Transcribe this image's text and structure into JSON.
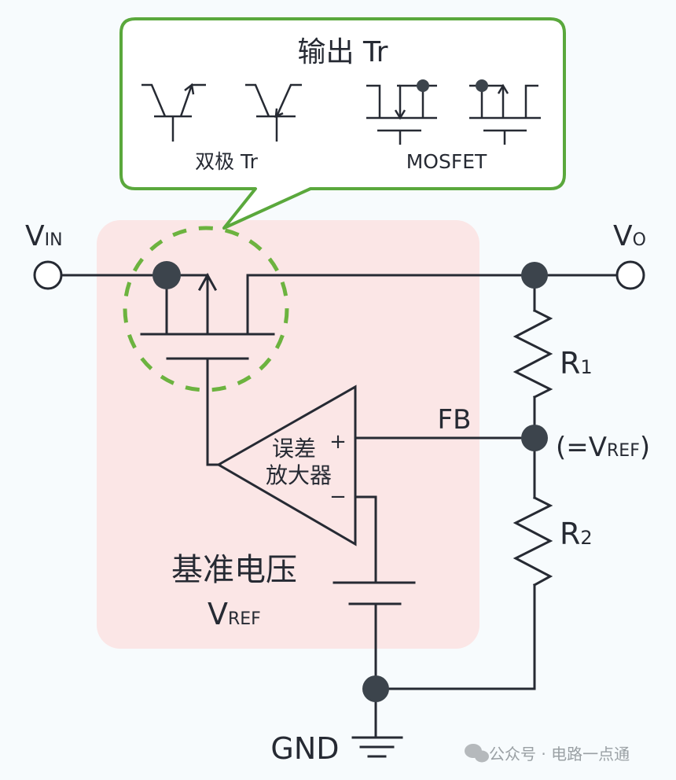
{
  "callout": {
    "title": "输出 Tr",
    "bipolar_label": "双极 Tr",
    "mosfet_label": "MOSFET"
  },
  "terminals": {
    "vin_main": "V",
    "vin_sub": "IN",
    "vo_main": "V",
    "vo_sub": "O"
  },
  "resistors": {
    "r1_main": "R",
    "r1_sub": "1",
    "r2_main": "R",
    "r2_sub": "2"
  },
  "feedback": {
    "fb_label": "FB",
    "vref_note_prefix": "(=V",
    "vref_note_sub": "REF",
    "vref_note_suffix": ")"
  },
  "amplifier": {
    "line1": "误差",
    "line2": "放大器",
    "plus": "+",
    "minus": "−"
  },
  "reference": {
    "title": "基准电压",
    "vref_main": "V",
    "vref_sub": "REF"
  },
  "ground": {
    "label": "GND"
  },
  "watermark": {
    "text": "公众号 · 电路一点通"
  },
  "colors": {
    "callout_border": "#5aa83c",
    "dashed_circle": "#6cb33f",
    "regulator_fill": "#fbe6e6",
    "wire": "#262a33",
    "node": "#3c444c"
  }
}
